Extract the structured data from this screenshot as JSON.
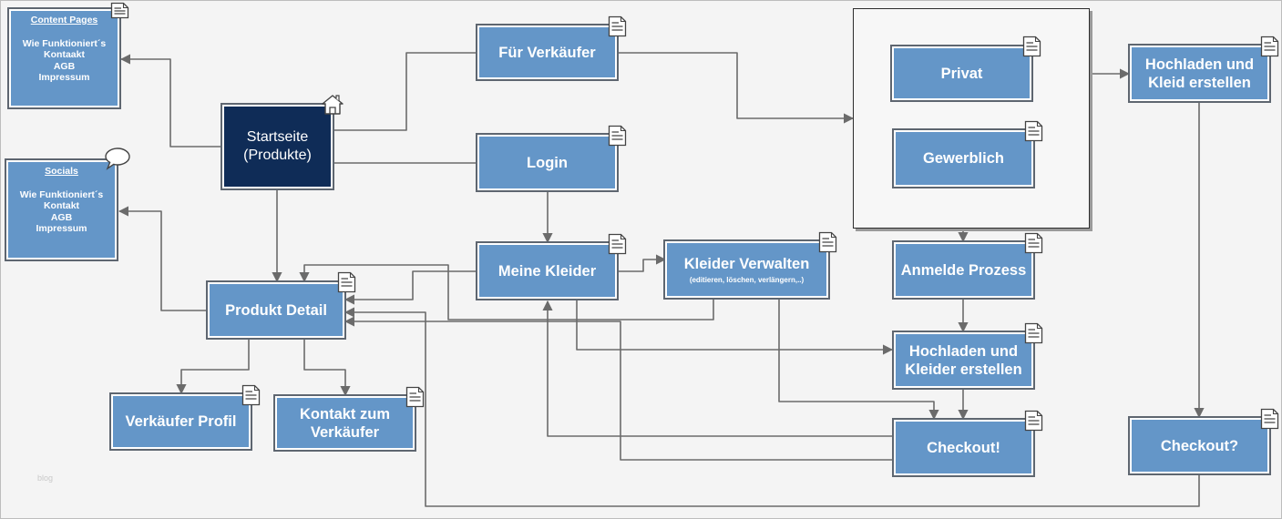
{
  "nodes": {
    "content_pages": {
      "title": "Content Pages",
      "items": [
        "Wie Funktioniert´s",
        "Kontaakt",
        "AGB",
        "Impressum"
      ]
    },
    "socials": {
      "title": "Socials",
      "items": [
        "Wie Funktioniert´s",
        "Kontakt",
        "AGB",
        "Impressum"
      ]
    },
    "startseite": {
      "line1": "Startseite",
      "line2": "(Produkte)"
    },
    "fuer_verkaeufer": "Für Verkäufer",
    "login": "Login",
    "meine_kleider": "Meine Kleider",
    "kleider_verwalten": {
      "title": "Kleider Verwalten",
      "sub": "(editieren, löschen, verlängern,..)"
    },
    "produkt_detail": "Produkt Detail",
    "verkaeufer_profil": "Verkäufer Profil",
    "kontakt_verkaeufer": {
      "line1": "Kontakt zum",
      "line2": "Verkäufer"
    },
    "privat": "Privat",
    "gewerblich": "Gewerblich",
    "anmelde_prozess": "Anmelde Prozess",
    "hochladen_mitte": {
      "line1": "Hochladen und",
      "line2": "Kleider erstellen"
    },
    "checkout_mitte": "Checkout!",
    "hochladen_rechts": {
      "line1": "Hochladen und",
      "line2": "Kleid erstellen"
    },
    "checkout_rechts": "Checkout?"
  },
  "icons": {
    "page": "document-icon",
    "home": "house-icon",
    "comment": "speech-bubble-icon"
  },
  "watermark": "blog",
  "colors": {
    "node_fill": "#6496c8",
    "start_fill": "#0f2c57",
    "connector": "#6b6b6b",
    "background": "#f4f4f4"
  }
}
